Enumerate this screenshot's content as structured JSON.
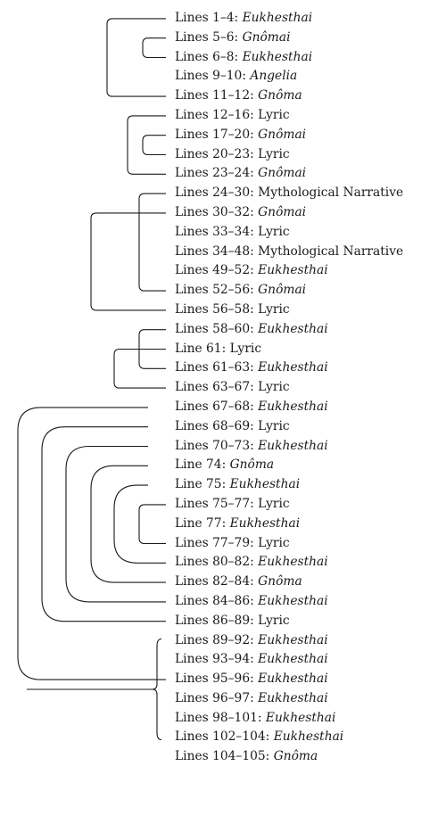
{
  "entries": [
    {
      "label": "Lines 1–4:",
      "genre": "Eukhesthai",
      "italic": true
    },
    {
      "label": "Lines 5–6:",
      "genre": "Gnômai",
      "italic": true
    },
    {
      "label": "Lines 6–8:",
      "genre": "Eukhesthai",
      "italic": true
    },
    {
      "label": "Lines 9–10:",
      "genre": "Angelia",
      "italic": true
    },
    {
      "label": "Lines 11–12:",
      "genre": "Gnôma",
      "italic": true
    },
    {
      "label": "Lines 12–16:",
      "genre": "Lyric",
      "italic": false
    },
    {
      "label": "Lines 17–20:",
      "genre": "Gnômai",
      "italic": true
    },
    {
      "label": "Lines 20–23:",
      "genre": "Lyric",
      "italic": false
    },
    {
      "label": "Lines 23–24:",
      "genre": "Gnômai",
      "italic": true
    },
    {
      "label": "Lines 24–30:",
      "genre": "Mythological Narrative",
      "italic": false
    },
    {
      "label": "Lines 30–32:",
      "genre": "Gnômai",
      "italic": true
    },
    {
      "label": "Lines 33–34:",
      "genre": "Lyric",
      "italic": false
    },
    {
      "label": "Lines 34–48:",
      "genre": "Mythological Narrative",
      "italic": false
    },
    {
      "label": "Lines 49–52:",
      "genre": "Eukhesthai",
      "italic": true
    },
    {
      "label": "Lines 52–56:",
      "genre": "Gnômai",
      "italic": true
    },
    {
      "label": "Lines 56–58:",
      "genre": "Lyric",
      "italic": false
    },
    {
      "label": "Lines 58–60:",
      "genre": "Eukhesthai",
      "italic": true
    },
    {
      "label": "Line 61:",
      "genre": "Lyric",
      "italic": false
    },
    {
      "label": "Lines 61–63:",
      "genre": "Eukhesthai",
      "italic": true
    },
    {
      "label": "Lines 63–67:",
      "genre": "Lyric",
      "italic": false
    },
    {
      "label": "Lines 67–68:",
      "genre": "Eukhesthai",
      "italic": true
    },
    {
      "label": "Lines 68–69:",
      "genre": "Lyric",
      "italic": false
    },
    {
      "label": "Lines 70–73:",
      "genre": "Eukhesthai",
      "italic": true
    },
    {
      "label": "Line 74:",
      "genre": "Gnôma",
      "italic": true
    },
    {
      "label": "Line 75:",
      "genre": "Eukhesthai",
      "italic": true
    },
    {
      "label": "Lines 75–77:",
      "genre": "Lyric",
      "italic": false
    },
    {
      "label": "Line 77:",
      "genre": "Eukhesthai",
      "italic": true
    },
    {
      "label": "Lines 77–79:",
      "genre": "Lyric",
      "italic": false
    },
    {
      "label": "Lines 80–82:",
      "genre": "Eukhesthai",
      "italic": true
    },
    {
      "label": "Lines 82–84:",
      "genre": "Gnôma",
      "italic": true
    },
    {
      "label": "Lines 84–86:",
      "genre": "Eukhesthai",
      "italic": true
    },
    {
      "label": "Lines 86–89:",
      "genre": "Lyric",
      "italic": false
    },
    {
      "label": "Lines 89–92:",
      "genre": "Eukhesthai",
      "italic": true
    },
    {
      "label": "Lines 93–94:",
      "genre": "Eukhesthai",
      "italic": true
    },
    {
      "label": "Lines 95–96:",
      "genre": "Eukhesthai",
      "italic": true
    },
    {
      "label": "Lines 96–97:",
      "genre": "Eukhesthai",
      "italic": true
    },
    {
      "label": "Lines 98–101:",
      "genre": "Eukhesthai",
      "italic": true
    },
    {
      "label": "Lines 102–104:",
      "genre": "Eukhesthai",
      "italic": true
    },
    {
      "label": "Lines 104–105:",
      "genre": "Gnôma",
      "italic": true
    }
  ],
  "brackets": [
    {
      "name": "bracket-1-4-to-11-12",
      "from": 0,
      "to": 4,
      "shape": "square"
    },
    {
      "name": "bracket-5-6-to-6-8",
      "from": 1,
      "to": 2,
      "shape": "square"
    },
    {
      "name": "bracket-12-16-to-23-24",
      "from": 5,
      "to": 8,
      "shape": "square"
    },
    {
      "name": "bracket-17-20-to-20-23",
      "from": 6,
      "to": 7,
      "shape": "square"
    },
    {
      "name": "bracket-24-30-to-52-56",
      "from": 9,
      "to": 14,
      "shape": "square"
    },
    {
      "name": "bracket-30-32-to-56-58",
      "from": 10,
      "to": 15,
      "shape": "square"
    },
    {
      "name": "bracket-58-60-to-61-63",
      "from": 16,
      "to": 18,
      "shape": "square"
    },
    {
      "name": "bracket-line-61-to-63-67",
      "from": 17,
      "to": 19,
      "shape": "square"
    },
    {
      "name": "bracket-67-68-to-89-105",
      "from": 20,
      "to": 34,
      "shape": "round"
    },
    {
      "name": "bracket-68-69-to-86-89",
      "from": 21,
      "to": 31,
      "shape": "round"
    },
    {
      "name": "bracket-70-73-to-84-86",
      "from": 22,
      "to": 30,
      "shape": "round"
    },
    {
      "name": "bracket-74-to-82-84",
      "from": 23,
      "to": 29,
      "shape": "round"
    },
    {
      "name": "bracket-75-to-80-82",
      "from": 24,
      "to": 28,
      "shape": "round"
    },
    {
      "name": "bracket-75-77-to-77-79",
      "from": 25,
      "to": 27,
      "shape": "square"
    },
    {
      "name": "brace-89-92-to-102-104",
      "from": 32,
      "to": 37,
      "shape": "brace"
    }
  ]
}
